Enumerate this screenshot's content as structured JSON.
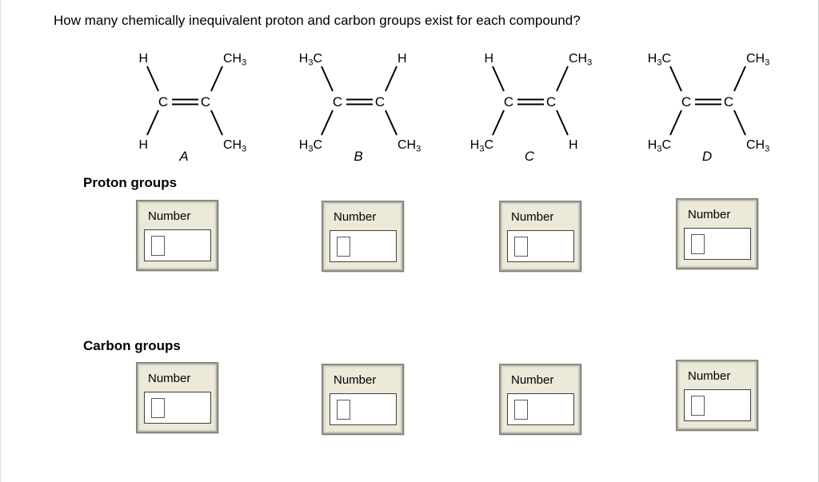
{
  "page": {
    "title": "How many chemically inequivalent proton and carbon groups exist for each compound?"
  },
  "compounds": [
    {
      "letter": "A",
      "atoms": {
        "left": "C",
        "right": "C"
      },
      "top_left": {
        "pre": "H",
        "sub": "",
        "post": ""
      },
      "top_right": {
        "pre": "CH",
        "sub": "3",
        "post": ""
      },
      "bottom_left": {
        "pre": "H",
        "sub": "",
        "post": ""
      },
      "bottom_right": {
        "pre": "CH",
        "sub": "3",
        "post": ""
      }
    },
    {
      "letter": "B",
      "atoms": {
        "left": "C",
        "right": "C"
      },
      "top_left": {
        "pre": "H",
        "sub": "3",
        "post": "C"
      },
      "top_right": {
        "pre": "H",
        "sub": "",
        "post": ""
      },
      "bottom_left": {
        "pre": "H",
        "sub": "3",
        "post": "C"
      },
      "bottom_right": {
        "pre": "CH",
        "sub": "3",
        "post": ""
      }
    },
    {
      "letter": "C",
      "atoms": {
        "left": "C",
        "right": "C"
      },
      "top_left": {
        "pre": "H",
        "sub": "",
        "post": ""
      },
      "top_right": {
        "pre": "CH",
        "sub": "3",
        "post": ""
      },
      "bottom_left": {
        "pre": "H",
        "sub": "3",
        "post": "C"
      },
      "bottom_right": {
        "pre": "H",
        "sub": "",
        "post": ""
      }
    },
    {
      "letter": "D",
      "atoms": {
        "left": "C",
        "right": "C"
      },
      "top_left": {
        "pre": "H",
        "sub": "3",
        "post": "C"
      },
      "top_right": {
        "pre": "CH",
        "sub": "3",
        "post": ""
      },
      "bottom_left": {
        "pre": "H",
        "sub": "3",
        "post": "C"
      },
      "bottom_right": {
        "pre": "CH",
        "sub": "3",
        "post": ""
      }
    }
  ],
  "sections": [
    {
      "heading": "Proton groups",
      "boxes": [
        {
          "label": "Number",
          "value": ""
        },
        {
          "label": "Number",
          "value": ""
        },
        {
          "label": "Number",
          "value": ""
        },
        {
          "label": "Number",
          "value": ""
        }
      ]
    },
    {
      "heading": "Carbon groups",
      "boxes": [
        {
          "label": "Number",
          "value": ""
        },
        {
          "label": "Number",
          "value": ""
        },
        {
          "label": "Number",
          "value": ""
        },
        {
          "label": "Number",
          "value": ""
        }
      ]
    }
  ],
  "colors": {
    "panel_background": "#ece9d8",
    "panel_border": "#7d7d75",
    "input_border": "#404040",
    "text": "#000000"
  }
}
